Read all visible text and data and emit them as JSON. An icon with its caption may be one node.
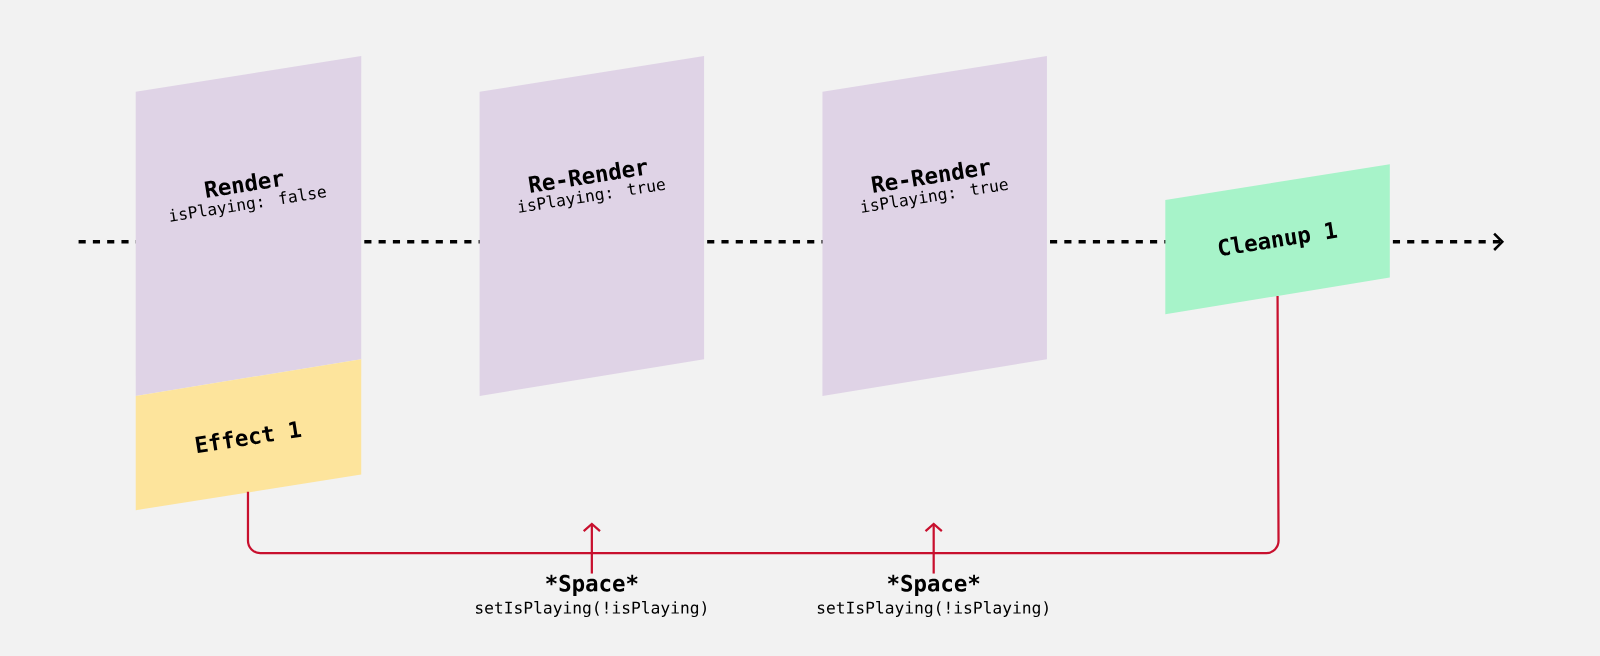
{
  "diagram": {
    "nodes": [
      {
        "text": [
          "Render",
          "isPlaying: false"
        ]
      },
      {
        "text": [
          "Effect 1"
        ]
      },
      {
        "text": [
          "Re-Render",
          "isPlaying: true"
        ]
      },
      {
        "text": [
          "Re-Render",
          "isPlaying: true"
        ]
      },
      {
        "text": [
          "Cleanup 1"
        ]
      },
      {
        "text": [
          "*Space*",
          "setIsPlaying(!isPlaying)"
        ]
      },
      {
        "text": [
          "*Space*",
          "setIsPlaying(!isPlaying)"
        ]
      }
    ],
    "edges": [
      {
        "from": 1,
        "to": 4,
        "arrow": "none",
        "color": "#c8102e"
      },
      {
        "from": 5,
        "to": null,
        "arrow": "to",
        "color": "#c8102e"
      },
      {
        "from": 6,
        "to": null,
        "arrow": "to",
        "color": "#c8102e"
      }
    ]
  }
}
